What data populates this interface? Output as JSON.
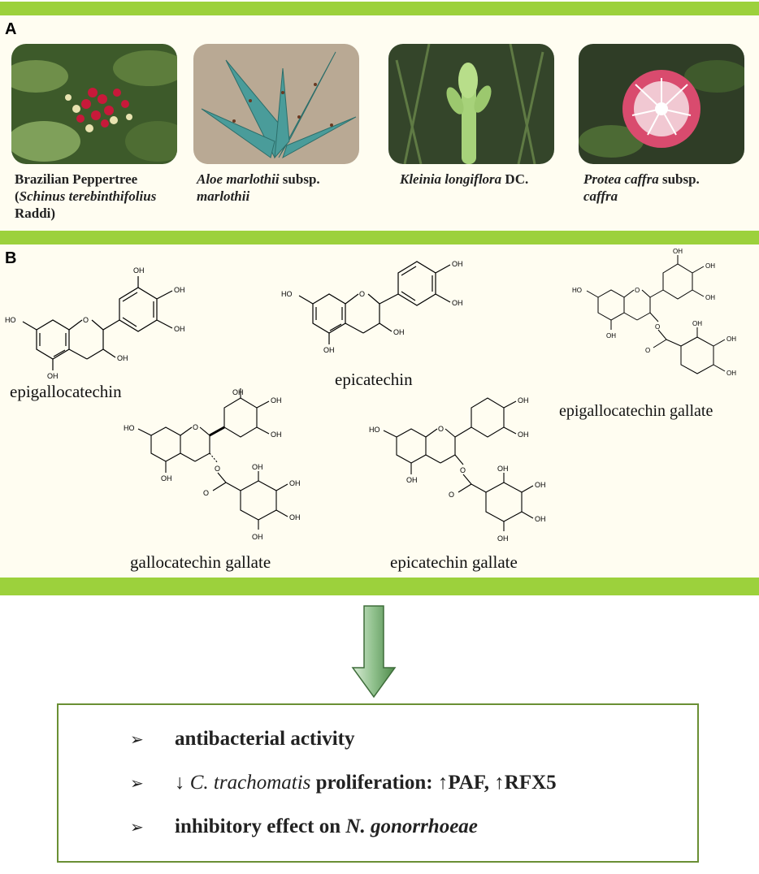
{
  "panels": {
    "a_label": "A",
    "b_label": "B"
  },
  "plants": [
    {
      "line1": "Brazilian Peppertree",
      "line2_pre": "(",
      "line2_italic": "Schinus terebinthifolius",
      "line3": "Raddi)"
    },
    {
      "italic1": "Aloe marlothii",
      "tail1": " subsp.",
      "italic2": "marlothii"
    },
    {
      "italic1": "Kleinia longiflora",
      "tail1": " DC."
    },
    {
      "italic1": "Protea caffra",
      "tail1": " subsp.",
      "italic2": "caffra"
    }
  ],
  "compounds": [
    {
      "name": "epigallocatechin"
    },
    {
      "name": "epicatechin"
    },
    {
      "name": "epigallocatechin gallate"
    },
    {
      "name": "gallocatechin gallate"
    },
    {
      "name": "epicatechin gallate"
    }
  ],
  "atom_labels": {
    "oh": "OH",
    "ho": "HO",
    "o": "O"
  },
  "effects": {
    "bullet": "➢",
    "item1": "antibacterial activity",
    "item2_arrow": "↓ ",
    "item2_italic": "C. trachomatis",
    "item2_rest": " proliferation: ↑PAF, ↑RFX5",
    "item3_text": "inhibitory effect on ",
    "item3_italic": "N. gonorrhoeae"
  },
  "colors": {
    "band": "#9cd13c",
    "panel_bg": "#fffdf1",
    "arrow": "#8fc08c",
    "box_border": "#6a8f34"
  }
}
